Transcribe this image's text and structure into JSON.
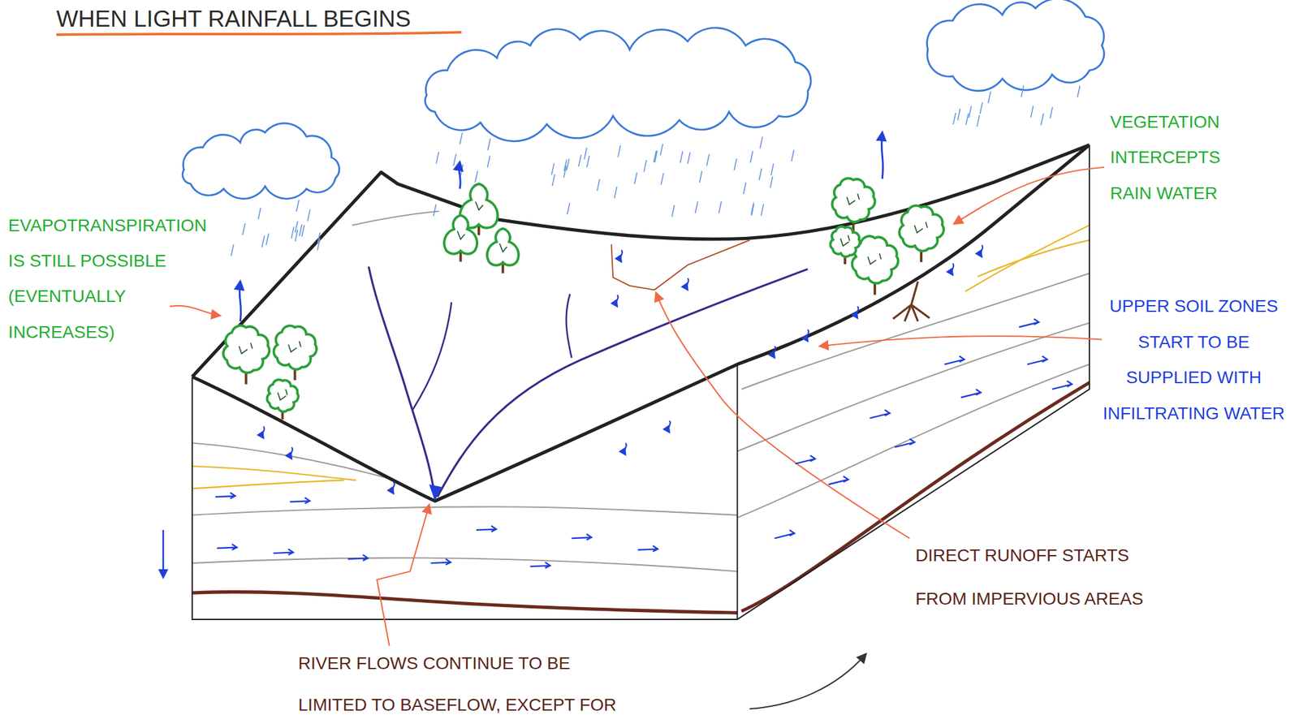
{
  "diagram": {
    "title": "WHEN LIGHT RAINFALL BEGINS",
    "labels": [
      "EVAPOTRANSPIRATION IS STILL POSSIBLE (EVENTUALLY INCREASES)",
      "VEGETATION INTERCEPTS RAIN WATER",
      "UPPER SOIL ZONES START TO BE SUPPLIED WITH INFILTRATING WATER",
      "DIRECT RUNOFF STARTS FROM IMPERVIOUS AREAS",
      "RIVER FLOWS CONTINUE TO BE LIMITED TO BASEFLOW, EXCEPT FOR"
    ]
  }
}
